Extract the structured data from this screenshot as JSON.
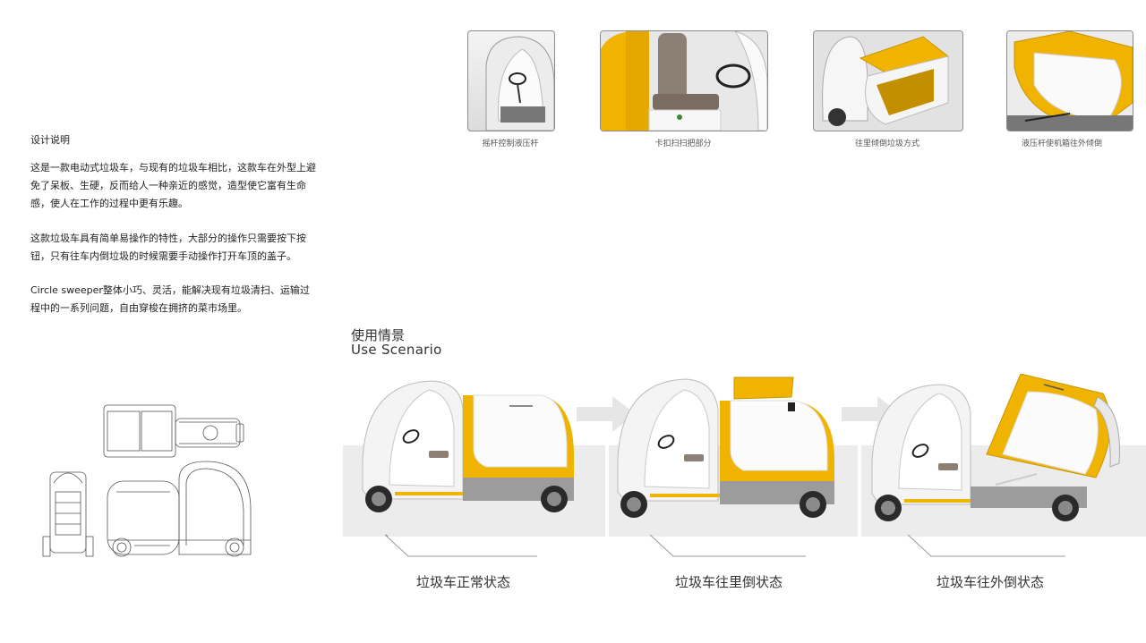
{
  "description": {
    "title": "设计说明",
    "paragraphs": [
      "这是一款电动式垃圾车，与现有的垃圾车相比，这款车在外型上避免了呆板、生硬，反而给人一种亲近的感觉，造型使它富有生命感，使人在工作的过程中更有乐趣。",
      "这款垃圾车具有简单易操作的特性，大部分的操作只需要按下按钮，只有往车内倒垃圾的时候需要手动操作打开车顶的盖子。",
      "Circle sweeper整体小巧、灵活，能解决现有垃圾清扫、运输过程中的一系列问题，自由穿梭在拥挤的菜市场里。"
    ]
  },
  "details": [
    {
      "caption": "摇杆控制液压杆"
    },
    {
      "caption": "卡扣扫扫把部分"
    },
    {
      "caption": "往里倾倒垃圾方式"
    },
    {
      "caption": "液压杆使机箱往外倾倒"
    }
  ],
  "scenario": {
    "title_cn": "使用情景",
    "title_en": "Use Scenario",
    "states": [
      {
        "label": "垃圾车正常状态"
      },
      {
        "label": "垃圾车往里倒状态"
      },
      {
        "label": "垃圾车往外倒状态"
      }
    ]
  },
  "colors": {
    "accent_yellow": "#f0b400",
    "body_white": "#f7f7f7",
    "gray": "#9a9a9a"
  }
}
